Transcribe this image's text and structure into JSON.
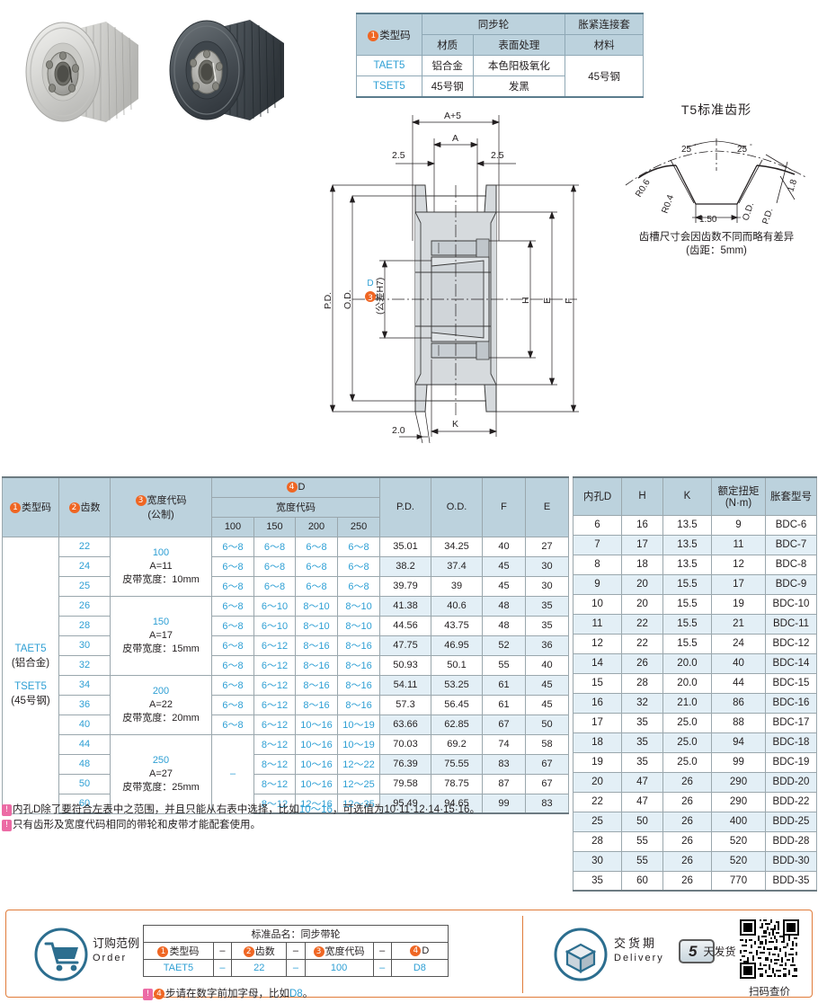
{
  "material_table": {
    "headers": {
      "type_code": "类型码",
      "pulley": "同步轮",
      "material": "材质",
      "surface": "表面处理",
      "bushing": "胀紧连接套",
      "bushing_material": "材料"
    },
    "rows": [
      {
        "code": "TAET5",
        "material": "铝合金",
        "surface": "本色阳极氧化",
        "bushing": "45号钢"
      },
      {
        "code": "TSET5",
        "material": "45号钢",
        "surface": "发黑",
        "bushing": "45号钢"
      }
    ]
  },
  "tooth_profile": {
    "title": "T5标准齿形",
    "angle_left": "25°",
    "angle_right": "25°",
    "r_upper": "R0.6",
    "r_lower": "R0.4",
    "flat": "1.50",
    "height": "1.8",
    "od_label": "O.D.",
    "pd_label": "P.D.",
    "note_line1": "齿槽尺寸会因齿数不同而略有差异",
    "note_line2": "(齿距：5mm)"
  },
  "drawing": {
    "dim_a_plus5": "A+5",
    "dim_a": "A",
    "dim_left": "2.5",
    "dim_right": "2.5",
    "dim_k": "K",
    "dim_angle": "2.0",
    "label_pd": "P.D.",
    "label_od": "O.D.",
    "label_d": "D",
    "label_tol": "(公差H7)",
    "label_h": "H",
    "label_e": "E",
    "label_f": "F"
  },
  "spec_table": {
    "headers": {
      "type_code": "类型码",
      "teeth": "齿数",
      "width_code": "宽度代码",
      "width_code_unit": "(公制)",
      "d_group": "D",
      "d_sub": "宽度代码",
      "sub_cols": [
        "100",
        "150",
        "200",
        "250"
      ],
      "pd": "P.D.",
      "od": "O.D.",
      "f": "F",
      "e": "E"
    },
    "type_codes": [
      {
        "code": "TAET5",
        "desc": "(铝合金)"
      },
      {
        "code": "TSET5",
        "desc": "(45号钢)"
      }
    ],
    "width_groups": [
      {
        "code": "100",
        "a": "A=11",
        "belt": "皮带宽度：10mm",
        "span": 3
      },
      {
        "code": "150",
        "a": "A=17",
        "belt": "皮带宽度：15mm",
        "span": 4
      },
      {
        "code": "200",
        "a": "A=22",
        "belt": "皮带宽度：20mm",
        "span": 3
      },
      {
        "code": "250",
        "a": "A=27",
        "belt": "皮带宽度：25mm",
        "span": 4
      }
    ],
    "dash": "–",
    "rows": [
      {
        "teeth": "22",
        "d": [
          "6～8",
          "6～8",
          "6～8",
          "6～8"
        ],
        "pd": "35.01",
        "od": "34.25",
        "f": "40",
        "e": "27"
      },
      {
        "teeth": "24",
        "d": [
          "6～8",
          "6～8",
          "6～8",
          "6～8"
        ],
        "pd": "38.2",
        "od": "37.4",
        "f": "45",
        "e": "30"
      },
      {
        "teeth": "25",
        "d": [
          "6～8",
          "6～8",
          "6～8",
          "6～8"
        ],
        "pd": "39.79",
        "od": "39",
        "f": "45",
        "e": "30"
      },
      {
        "teeth": "26",
        "d": [
          "6～8",
          "6～10",
          "8～10",
          "8～10"
        ],
        "pd": "41.38",
        "od": "40.6",
        "f": "48",
        "e": "35"
      },
      {
        "teeth": "28",
        "d": [
          "6～8",
          "6～10",
          "8～10",
          "8～10"
        ],
        "pd": "44.56",
        "od": "43.75",
        "f": "48",
        "e": "35"
      },
      {
        "teeth": "30",
        "d": [
          "6～8",
          "6～12",
          "8～16",
          "8～16"
        ],
        "pd": "47.75",
        "od": "46.95",
        "f": "52",
        "e": "36"
      },
      {
        "teeth": "32",
        "d": [
          "6～8",
          "6～12",
          "8～16",
          "8～16"
        ],
        "pd": "50.93",
        "od": "50.1",
        "f": "55",
        "e": "40"
      },
      {
        "teeth": "34",
        "d": [
          "6～8",
          "6～12",
          "8～16",
          "8～16"
        ],
        "pd": "54.11",
        "od": "53.25",
        "f": "61",
        "e": "45"
      },
      {
        "teeth": "36",
        "d": [
          "6～8",
          "6～12",
          "8～16",
          "8～16"
        ],
        "pd": "57.3",
        "od": "56.45",
        "f": "61",
        "e": "45"
      },
      {
        "teeth": "40",
        "d": [
          "6～8",
          "6～12",
          "10～16",
          "10～19"
        ],
        "pd": "63.66",
        "od": "62.85",
        "f": "67",
        "e": "50"
      },
      {
        "teeth": "44",
        "d": [
          "",
          "8～12",
          "10～16",
          "10～19"
        ],
        "pd": "70.03",
        "od": "69.2",
        "f": "74",
        "e": "58"
      },
      {
        "teeth": "48",
        "d": [
          "",
          "8～12",
          "10～16",
          "12～22"
        ],
        "pd": "76.39",
        "od": "75.55",
        "f": "83",
        "e": "67"
      },
      {
        "teeth": "50",
        "d": [
          "",
          "8～12",
          "10～16",
          "12～25"
        ],
        "pd": "79.58",
        "od": "78.75",
        "f": "87",
        "e": "67"
      },
      {
        "teeth": "60",
        "d": [
          "",
          "8～12",
          "12～16",
          "12～35"
        ],
        "pd": "95.49",
        "od": "94.65",
        "f": "99",
        "e": "83"
      }
    ]
  },
  "bore_table": {
    "headers": {
      "bore": "内孔D",
      "h": "H",
      "k": "K",
      "torque": "额定扭矩",
      "torque_unit": "(N·m)",
      "bushing_model": "胀套型号"
    },
    "rows": [
      {
        "bore": "6",
        "h": "16",
        "k": "13.5",
        "torque": "9",
        "model": "BDC-6"
      },
      {
        "bore": "7",
        "h": "17",
        "k": "13.5",
        "torque": "11",
        "model": "BDC-7"
      },
      {
        "bore": "8",
        "h": "18",
        "k": "13.5",
        "torque": "12",
        "model": "BDC-8"
      },
      {
        "bore": "9",
        "h": "20",
        "k": "15.5",
        "torque": "17",
        "model": "BDC-9"
      },
      {
        "bore": "10",
        "h": "20",
        "k": "15.5",
        "torque": "19",
        "model": "BDC-10"
      },
      {
        "bore": "11",
        "h": "22",
        "k": "15.5",
        "torque": "21",
        "model": "BDC-11"
      },
      {
        "bore": "12",
        "h": "22",
        "k": "15.5",
        "torque": "24",
        "model": "BDC-12"
      },
      {
        "bore": "14",
        "h": "26",
        "k": "20.0",
        "torque": "40",
        "model": "BDC-14"
      },
      {
        "bore": "15",
        "h": "28",
        "k": "20.0",
        "torque": "44",
        "model": "BDC-15"
      },
      {
        "bore": "16",
        "h": "32",
        "k": "21.0",
        "torque": "86",
        "model": "BDC-16"
      },
      {
        "bore": "17",
        "h": "35",
        "k": "25.0",
        "torque": "88",
        "model": "BDC-17"
      },
      {
        "bore": "18",
        "h": "35",
        "k": "25.0",
        "torque": "94",
        "model": "BDC-18"
      },
      {
        "bore": "19",
        "h": "35",
        "k": "25.0",
        "torque": "99",
        "model": "BDC-19"
      },
      {
        "bore": "20",
        "h": "47",
        "k": "26",
        "torque": "290",
        "model": "BDD-20"
      },
      {
        "bore": "22",
        "h": "47",
        "k": "26",
        "torque": "290",
        "model": "BDD-22"
      },
      {
        "bore": "25",
        "h": "50",
        "k": "26",
        "torque": "400",
        "model": "BDD-25"
      },
      {
        "bore": "28",
        "h": "55",
        "k": "26",
        "torque": "520",
        "model": "BDD-28"
      },
      {
        "bore": "30",
        "h": "55",
        "k": "26",
        "torque": "520",
        "model": "BDD-30"
      },
      {
        "bore": "35",
        "h": "60",
        "k": "26",
        "torque": "770",
        "model": "BDD-35"
      }
    ]
  },
  "notes": {
    "note1_a": "内孔D除了要符合左表中之范围，并且只能从右表中选择，比如",
    "note1_hl": "10～16",
    "note1_b": "，可选值为10·11·12·14·15·16。",
    "note2": "只有齿形及宽度代码相同的带轮和皮带才能配套使用。"
  },
  "order": {
    "label_cn": "订购范例",
    "label_en": "Order",
    "standard_name": "标准品名：同步带轮",
    "cols": [
      "类型码",
      "齿数",
      "宽度代码",
      "D"
    ],
    "values": [
      "TAET5",
      "22",
      "100",
      "D8"
    ],
    "dash": "–",
    "note_a": "步请在数字前加字母，比如",
    "note_hl": "D8",
    "note_b": "。",
    "delivery_cn": "交货期",
    "delivery_en": "Delivery",
    "delivery_days": "5",
    "delivery_unit": "天发货",
    "qr_caption": "扫码查价"
  },
  "colors": {
    "header_blue": "#bcd2dd",
    "band_blue": "#e3eff6",
    "accent_cyan": "#2e9fd4",
    "badge_orange": "#ef6623",
    "badge_pink": "#ec6ba5",
    "order_border": "#e07b39",
    "icon_blue": "#2c6e8f"
  }
}
